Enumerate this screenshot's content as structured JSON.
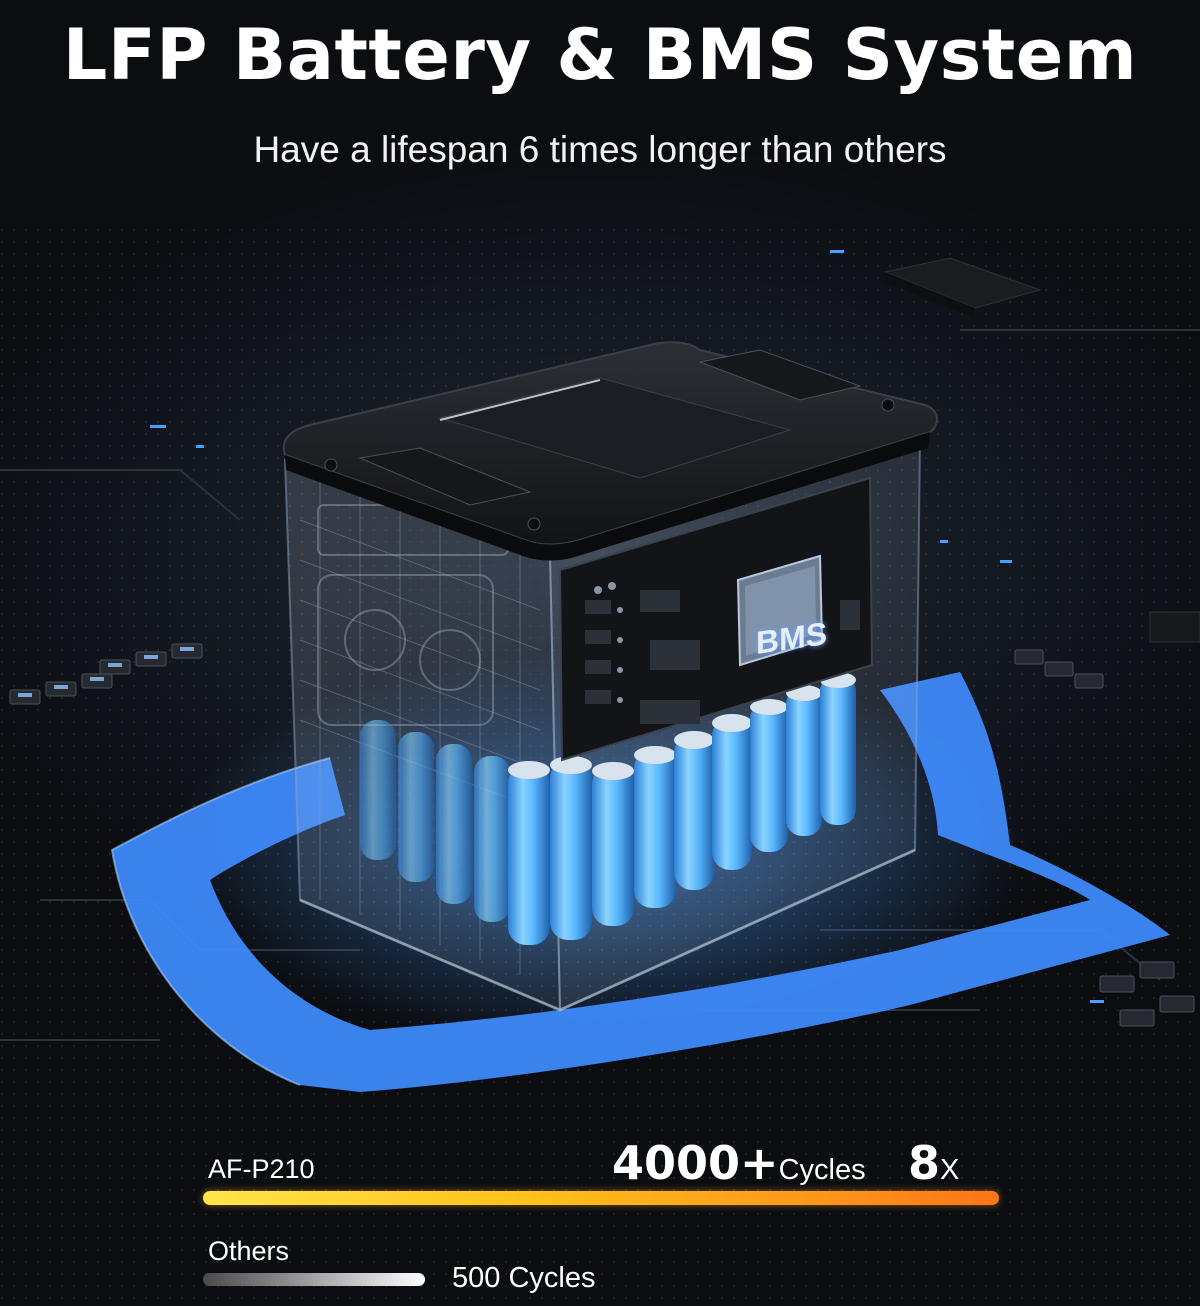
{
  "headline": {
    "title": "LFP Battery & BMS System",
    "subtitle": "Have a lifespan 6 times longer than others"
  },
  "product_image": {
    "chip_label": "BMS"
  },
  "comparison": {
    "product": {
      "name": "AF-P210",
      "cycles_value": "4000+",
      "cycles_unit": "Cycles",
      "multiplier_value": "8",
      "multiplier_suffix": "X",
      "bar_color_start": "#ffe54a",
      "bar_color_end": "#ff7418"
    },
    "others": {
      "name": "Others",
      "cycles": "500 Cycles",
      "bar_color_start": "#4a4a4a",
      "bar_color_end": "#ffffff"
    }
  },
  "colors": {
    "background": "#0b0d11",
    "shield_blue": "#3f8cff",
    "cell_blue": "#5ab8ff"
  }
}
